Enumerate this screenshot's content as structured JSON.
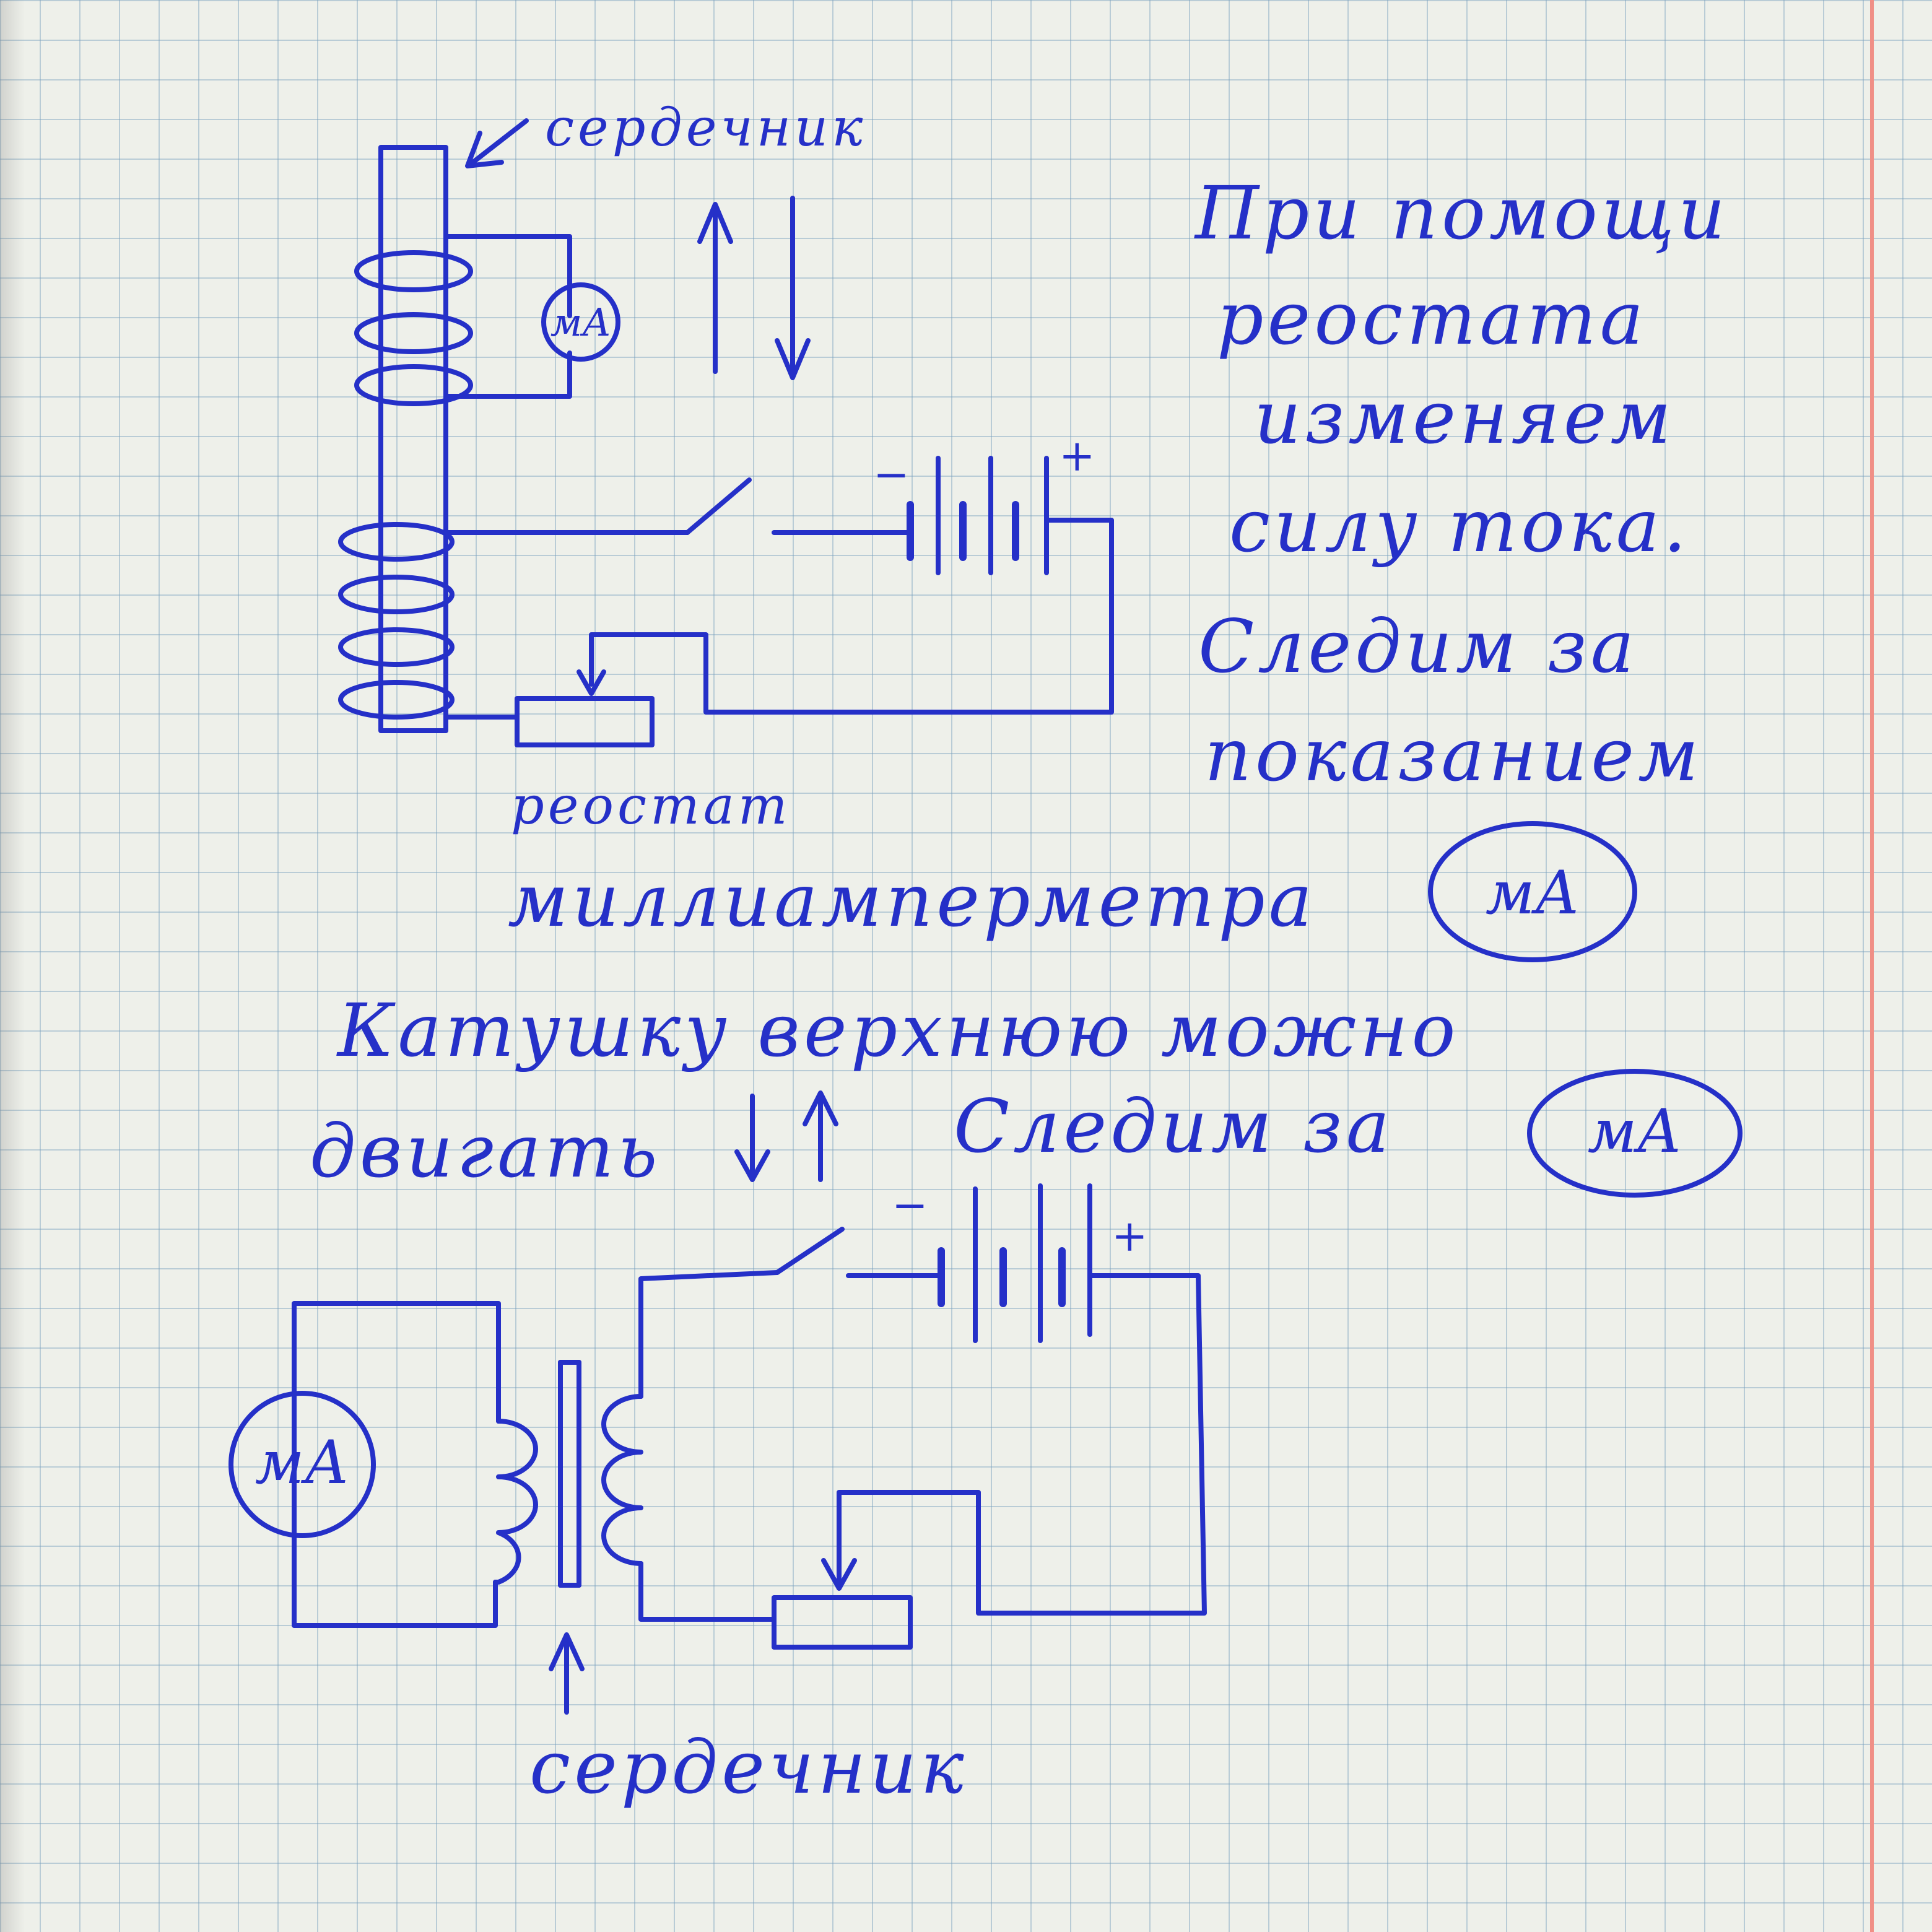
{
  "labels": {
    "core_top": "сердечник",
    "rheostat": "реостат",
    "core_bottom": "сердечник",
    "meter_symbol": "мА",
    "plus": "+",
    "minus": "−"
  },
  "text": {
    "line1": "При помощи",
    "line2": "реостата",
    "line3": "изменяем",
    "line4": "силу тока.",
    "line5": "Следим за",
    "line6": "показанием",
    "line7": "миллиамперметра",
    "line8": "Катушку верхнюю можно",
    "line9_a": "двигать",
    "line9_b": "Следим за"
  },
  "colors": {
    "ink": "#2530c8",
    "grid": "#78a0be",
    "margin": "#f08f86",
    "paper": "#eef0ea"
  }
}
